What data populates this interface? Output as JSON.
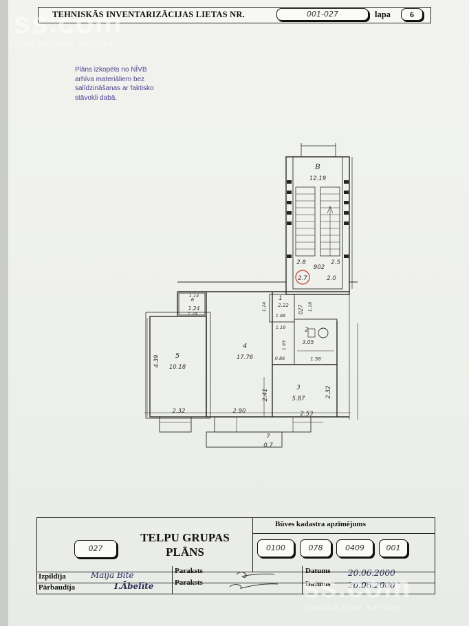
{
  "header": {
    "title": "TEHNISKĀS INVENTARIZĀCIJAS LIETAS NR.",
    "case_number": "001-027",
    "page_label": "lapa",
    "page_number": "6"
  },
  "stamp": {
    "lines": [
      "Plāns izkopēts no NĪVB",
      "arhīva materiāliem bez",
      "salīdzināšanas ar faktisko",
      "stāvokli dabā."
    ]
  },
  "watermark": {
    "brand": "ss.com",
    "tagline": "sludinājumu serviss"
  },
  "plan": {
    "rooms": [
      {
        "id": "B",
        "area": "12.19"
      },
      {
        "id": "1",
        "area": "2.22"
      },
      {
        "id": "2",
        "area": "3.05"
      },
      {
        "id": "3",
        "area": "5.87"
      },
      {
        "id": "4",
        "area": "17.76"
      },
      {
        "id": "5",
        "area": "10.18"
      },
      {
        "id": "6",
        "area": "1.24"
      },
      {
        "id": "7",
        "area": "0.7"
      }
    ],
    "unit_labels": [
      "902",
      "027"
    ],
    "dimensions": [
      "2.8",
      "2.5",
      "2.7",
      "2.0",
      "1.14",
      "1.24",
      "1.24",
      "1.88",
      "1.18",
      "1.18",
      "1.93",
      "0.86",
      "1.58",
      "4.39",
      "2.41",
      "2.32",
      "2.32",
      "2.90",
      "2.53"
    ]
  },
  "form": {
    "unit_number": "027",
    "title_line1": "TELPU GRUPAS",
    "title_line2": "PLĀNS",
    "cadastre_heading": "Būves kadastra apzīmējums",
    "cadastre_codes": [
      "0100",
      "078",
      "0409",
      "001"
    ],
    "rows": [
      {
        "role": "Izpildīja",
        "person": "Maija Bite",
        "sign_label": "Paraksts",
        "date_label": "Datums",
        "date": "20.06.2000"
      },
      {
        "role": "Pārbaudīja",
        "person": "I.Ābelīte",
        "sign_label": "Paraksts",
        "date_label": "Datums",
        "date": "20.06.2000"
      }
    ]
  },
  "colors": {
    "paper": "#eef0eb",
    "ink": "#222222",
    "stamp": "#3a2f86",
    "marker": "#c0392b"
  }
}
